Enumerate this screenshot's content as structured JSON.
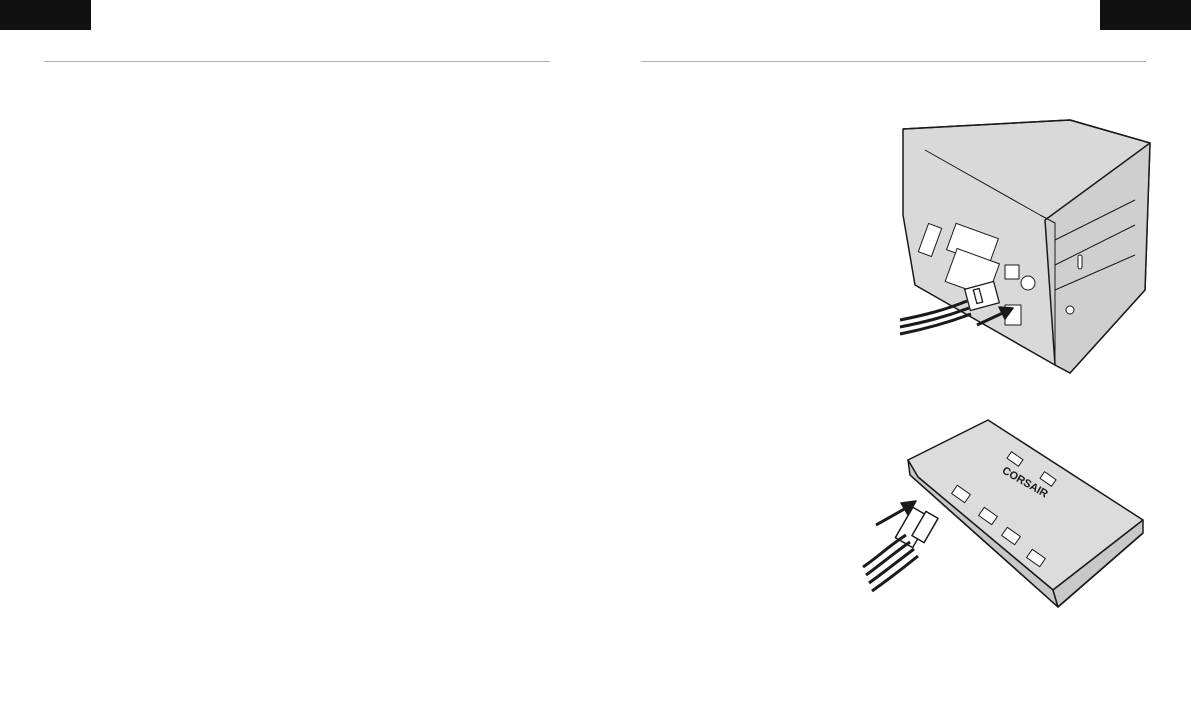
{
  "page": {
    "left_tab_color": "#111111",
    "right_tab_color": "#111111",
    "rule_color": "#b0b0b0"
  },
  "illustrations": [
    {
      "name": "psu-connector-illustration",
      "icon": "power-supply-with-cable-icon"
    },
    {
      "name": "hub-connector-illustration",
      "icon": "fan-hub-with-cable-icon"
    }
  ],
  "logo": {
    "text": "CORSAIR"
  }
}
